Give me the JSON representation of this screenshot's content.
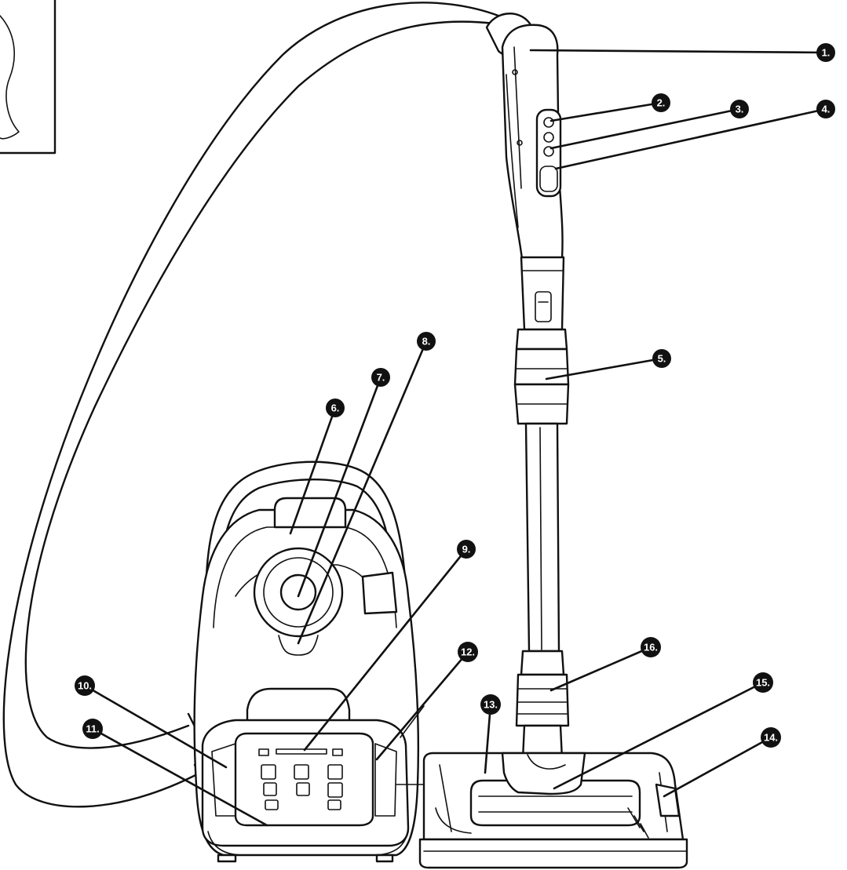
{
  "diagram": {
    "callouts": [
      {
        "label": "1."
      },
      {
        "label": "2."
      },
      {
        "label": "3."
      },
      {
        "label": "4."
      },
      {
        "label": "5."
      },
      {
        "label": "6."
      },
      {
        "label": "7."
      },
      {
        "label": "8."
      },
      {
        "label": "9."
      },
      {
        "label": "10."
      },
      {
        "label": "11."
      },
      {
        "label": "12."
      },
      {
        "label": "13."
      },
      {
        "label": "14."
      },
      {
        "label": "15."
      },
      {
        "label": "16."
      }
    ],
    "colors": {
      "line": "#111111",
      "background": "#ffffff"
    }
  }
}
